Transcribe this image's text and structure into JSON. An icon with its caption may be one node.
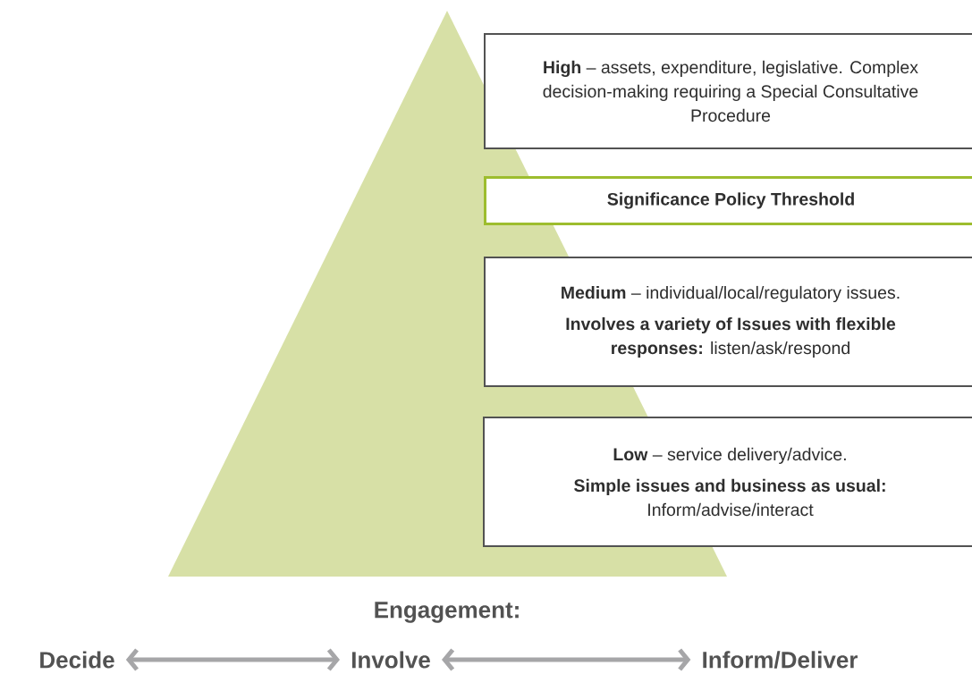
{
  "diagram": {
    "nodes": [
      {
        "text": [
          "**High** – assets, expenditure, legislative. Complex decision-making requiring a Special Consultative Procedure"
        ]
      },
      {
        "text": [
          "Significance Policy Threshold"
        ]
      },
      {
        "text": [
          "**Medium** – individual/local/regulatory issues.",
          "**Involves a variety of Issues with flexible responses:** listen/ask/respond"
        ]
      },
      {
        "text": [
          "**Low** – service delivery/advice.",
          "**Simple issues and business as usual:** Inform/advise/interact"
        ]
      },
      {
        "text": [
          "Decide"
        ]
      },
      {
        "text": [
          "Involve"
        ]
      },
      {
        "text": [
          "Inform/Deliver"
        ]
      }
    ],
    "edges": [
      {
        "from": 4,
        "to": 5,
        "arrow": "both"
      },
      {
        "from": 5,
        "to": 6,
        "arrow": "both"
      }
    ],
    "labels": [
      "Engagement:"
    ]
  }
}
